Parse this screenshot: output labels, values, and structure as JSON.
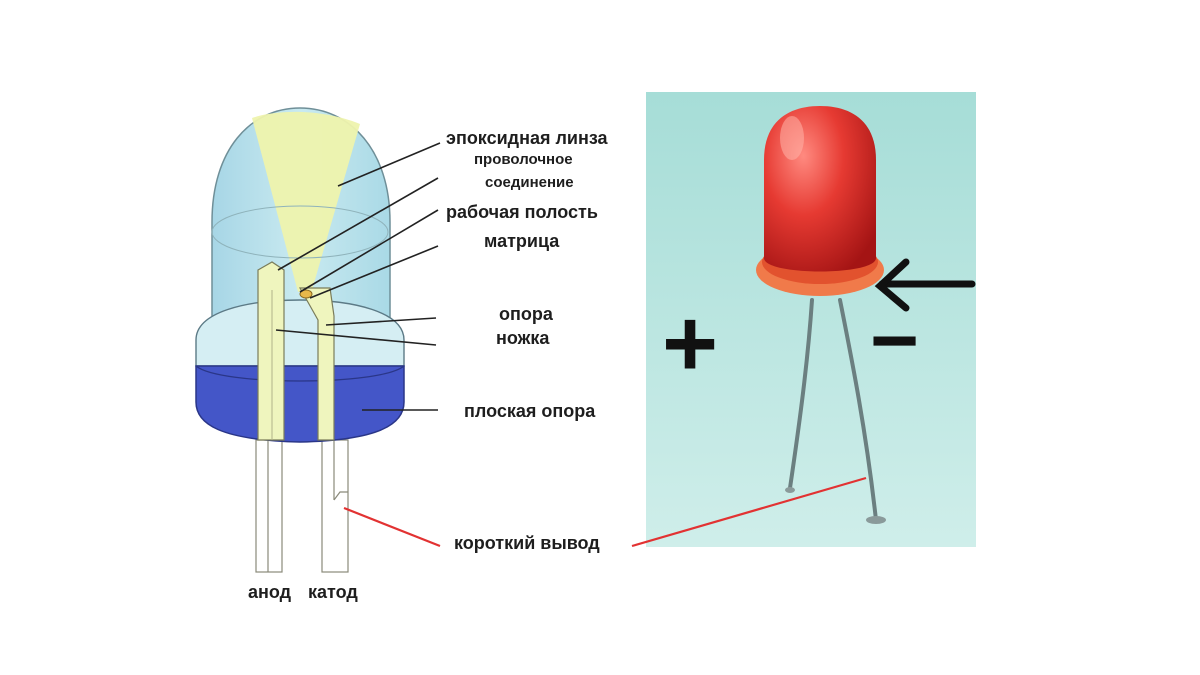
{
  "labels": {
    "epoxy_lens": "эпоксидная линза",
    "wire_bond_line1": "проволочное",
    "wire_bond_line2": "соединение",
    "reflective_cavity": "рабочая полость",
    "die": "матрица",
    "post": "опора",
    "leg": "ножка",
    "flat_base": "плоская опора",
    "short_lead": "короткий вывод",
    "anode": "анод",
    "cathode": "катод"
  },
  "photo": {
    "plus_sign": "+",
    "minus_sign": "−"
  },
  "colors": {
    "lens_body": "#bfe3ec",
    "light_cone": "#eef3b0",
    "base_ring": "#4557c9",
    "lead_frame": "#f2f6c2",
    "photo_bg": "#9dd8d2",
    "led_red": "#e0282a",
    "pointer_red": "#e23232",
    "leader_line": "#222222"
  }
}
